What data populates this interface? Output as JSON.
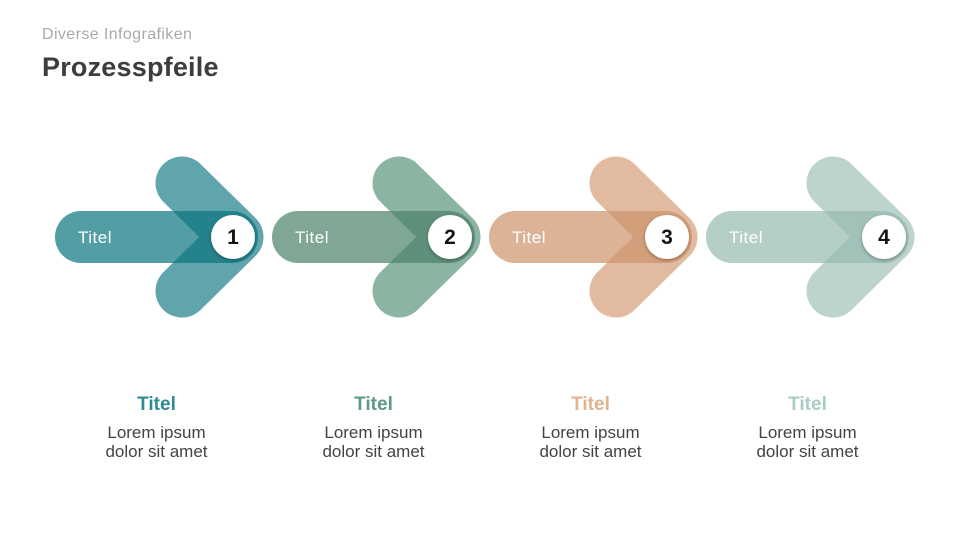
{
  "slide": {
    "kicker": "Diverse Infografiken",
    "title": "Prozesspfeile"
  },
  "arrows": [
    {
      "number": "1",
      "label": "Titel",
      "chevron_color": "#60A5AC",
      "pill_color": "rgba(10,115,127,0.70)",
      "caption_title": "Titel",
      "caption_color": "#2E8A95",
      "caption_line1": "Lorem ipsum",
      "caption_line2": "dolor sit amet"
    },
    {
      "number": "2",
      "label": "Titel",
      "chevron_color": "#8CB4A3",
      "pill_color": "rgba(74,128,105,0.70)",
      "caption_title": "Titel",
      "caption_color": "#5F9A85",
      "caption_line1": "Lorem ipsum",
      "caption_line2": "dolor sit amet"
    },
    {
      "number": "3",
      "label": "Titel",
      "chevron_color": "#E1BA9F",
      "pill_color": "rgba(205,147,107,0.70)",
      "caption_title": "Titel",
      "caption_color": "#E2B192",
      "caption_line1": "Lorem ipsum",
      "caption_line2": "dolor sit amet"
    },
    {
      "number": "4",
      "label": "Titel",
      "chevron_color": "#BDD3CE",
      "pill_color": "rgba(150,185,177,0.70)",
      "caption_title": "Titel",
      "caption_color": "#A9CCC4",
      "caption_line1": "Lorem ipsum",
      "caption_line2": "dolor sit amet"
    }
  ]
}
